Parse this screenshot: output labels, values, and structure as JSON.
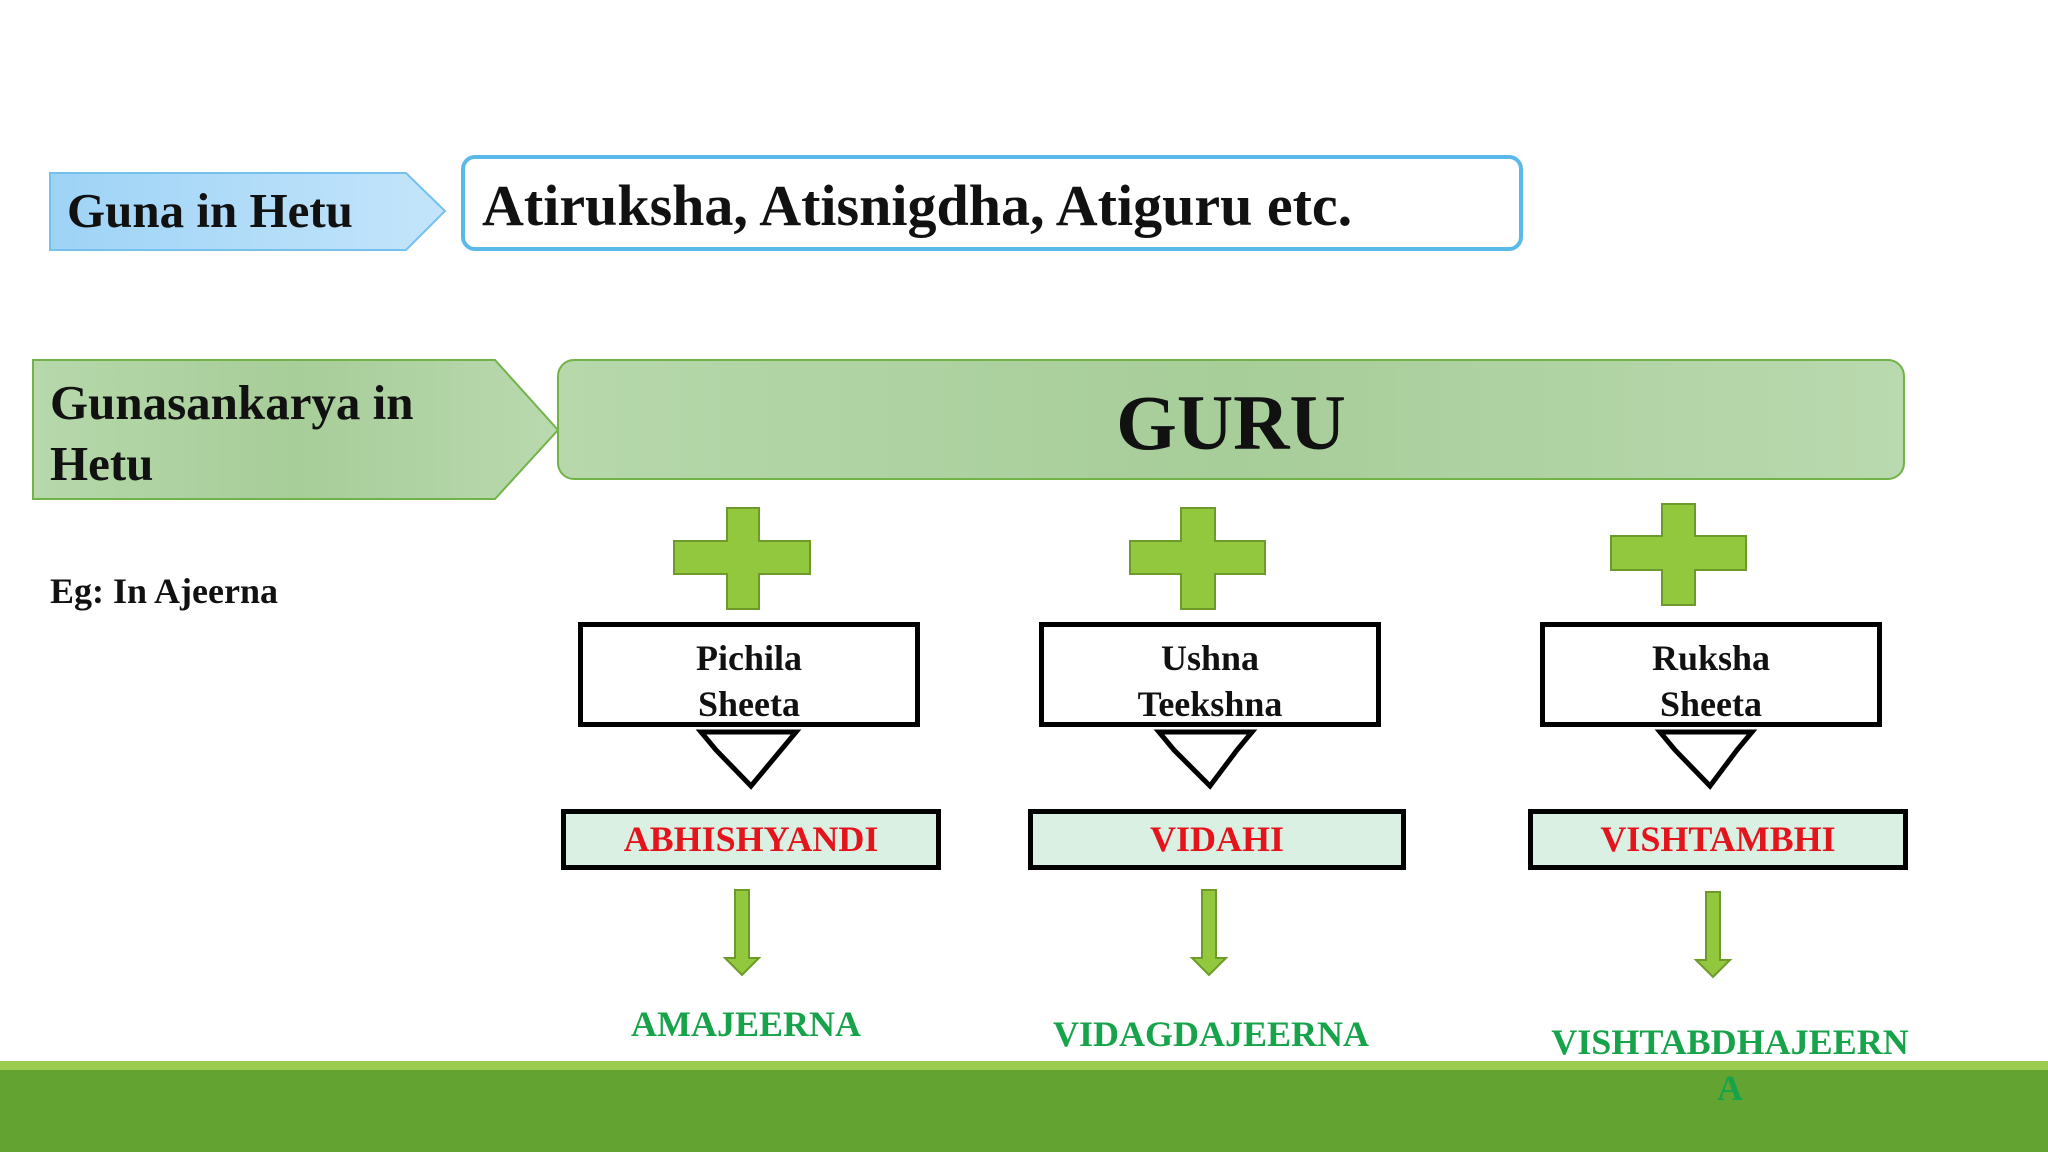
{
  "guna_in_hetu": {
    "label": "Guna in Hetu",
    "value": "Atiruksha, Atisnigdha, Atiguru etc."
  },
  "gunasankarya_in_hetu": {
    "label": "Gunasankarya in Hetu",
    "value": "GURU"
  },
  "example": "Eg: In Ajeerna",
  "columns": [
    {
      "gunas": "Pichila Sheeta",
      "result": "ABHISHYANDI",
      "outcome": "AMAJEERNA"
    },
    {
      "gunas": "Ushna Teekshna",
      "result": "VIDAHI",
      "outcome": "VIDAGDAJEERNA"
    },
    {
      "gunas": "Ruksha Sheeta",
      "result": "VISHTAMBHI",
      "outcome": "VISHTABDHAJEERNA"
    }
  ],
  "colors": {
    "light_blue": "#9fd4f5",
    "blue_border": "#5bb9ea",
    "green_fill": "#b3d6a8",
    "green_border": "#72b349",
    "plus_green": "#92c83e",
    "result_red": "#e3141c",
    "outcome_green": "#16a34a",
    "footer_green": "#63a332"
  }
}
